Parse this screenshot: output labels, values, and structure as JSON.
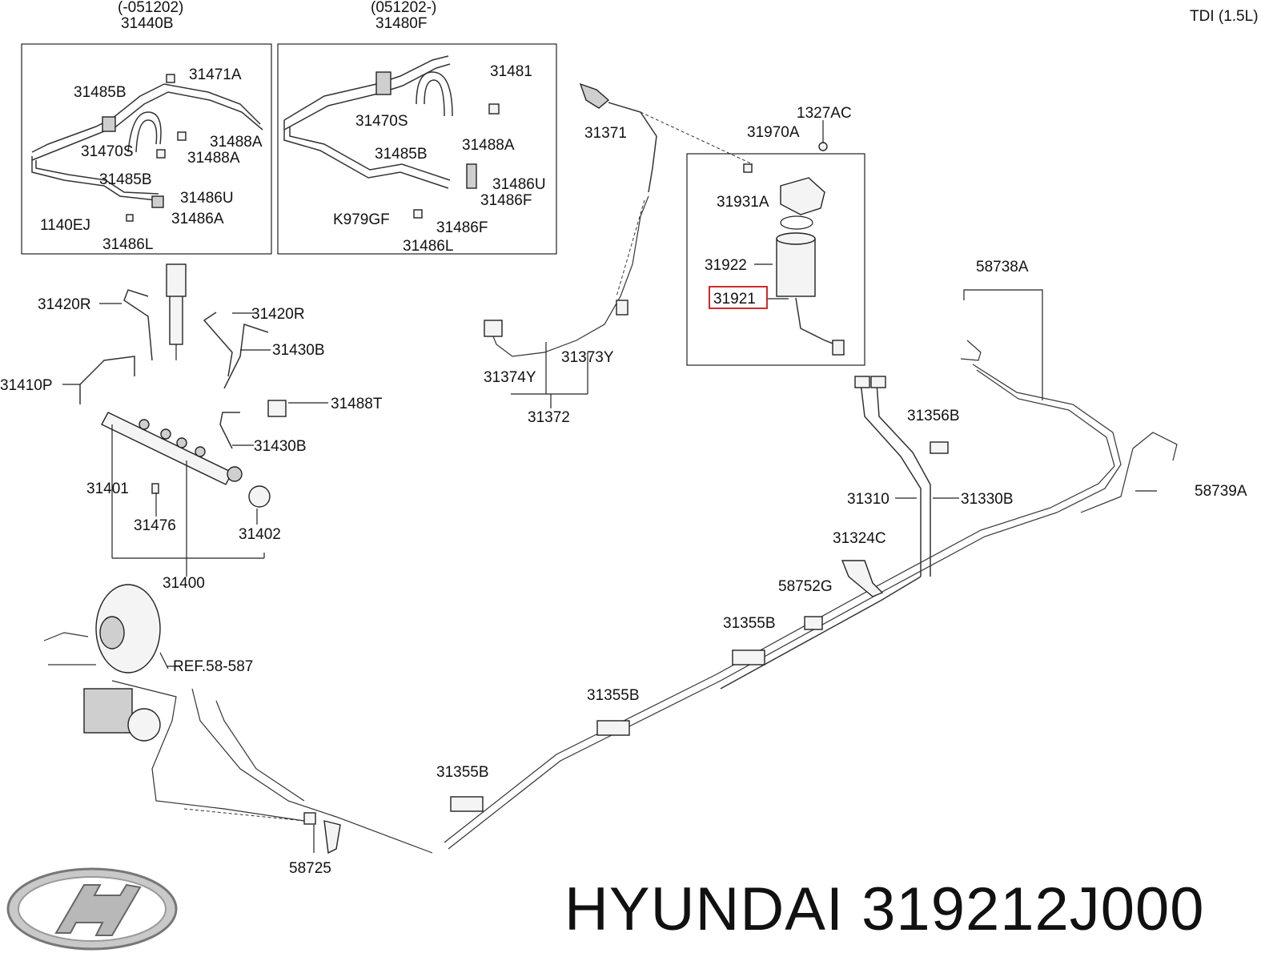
{
  "header": {
    "engine_variant": "TDI (1.5L)"
  },
  "brand": {
    "logo_icon": "hyundai-logo-icon",
    "title": "HYUNDAI 319212J000"
  },
  "highlight_color": "#d22a2a",
  "diagram": {
    "box_a": {
      "date_note": "(-051202)",
      "code": "31440B",
      "labels": [
        "31471A",
        "31485B",
        "31488A",
        "31470S",
        "31488A",
        "31485B",
        "31486U",
        "1140EJ",
        "31486A",
        "31486L"
      ]
    },
    "box_b": {
      "date_note": "(051202-)",
      "code": "31480F",
      "labels": [
        "31481",
        "31470S",
        "31485B",
        "31488A",
        "31486U",
        "31486F",
        "K979GF",
        "31486F",
        "31486L"
      ]
    },
    "rail": {
      "labels": [
        "31420R",
        "31420R",
        "31430B",
        "31410P",
        "31488T",
        "31430B",
        "31401",
        "31476",
        "31402",
        "31400"
      ]
    },
    "hose": {
      "labels": [
        "31371",
        "31373Y",
        "31374Y",
        "31372"
      ]
    },
    "filter": {
      "labels": [
        "1327AC",
        "31970A",
        "31931A",
        "31922"
      ],
      "highlighted": "31921"
    },
    "lines": {
      "labels": [
        "58738A",
        "31356B",
        "58739A",
        "31310",
        "31330B",
        "31324C",
        "58752G",
        "31355B",
        "31355B",
        "31355B",
        "REF.58-587",
        "58725"
      ]
    }
  }
}
